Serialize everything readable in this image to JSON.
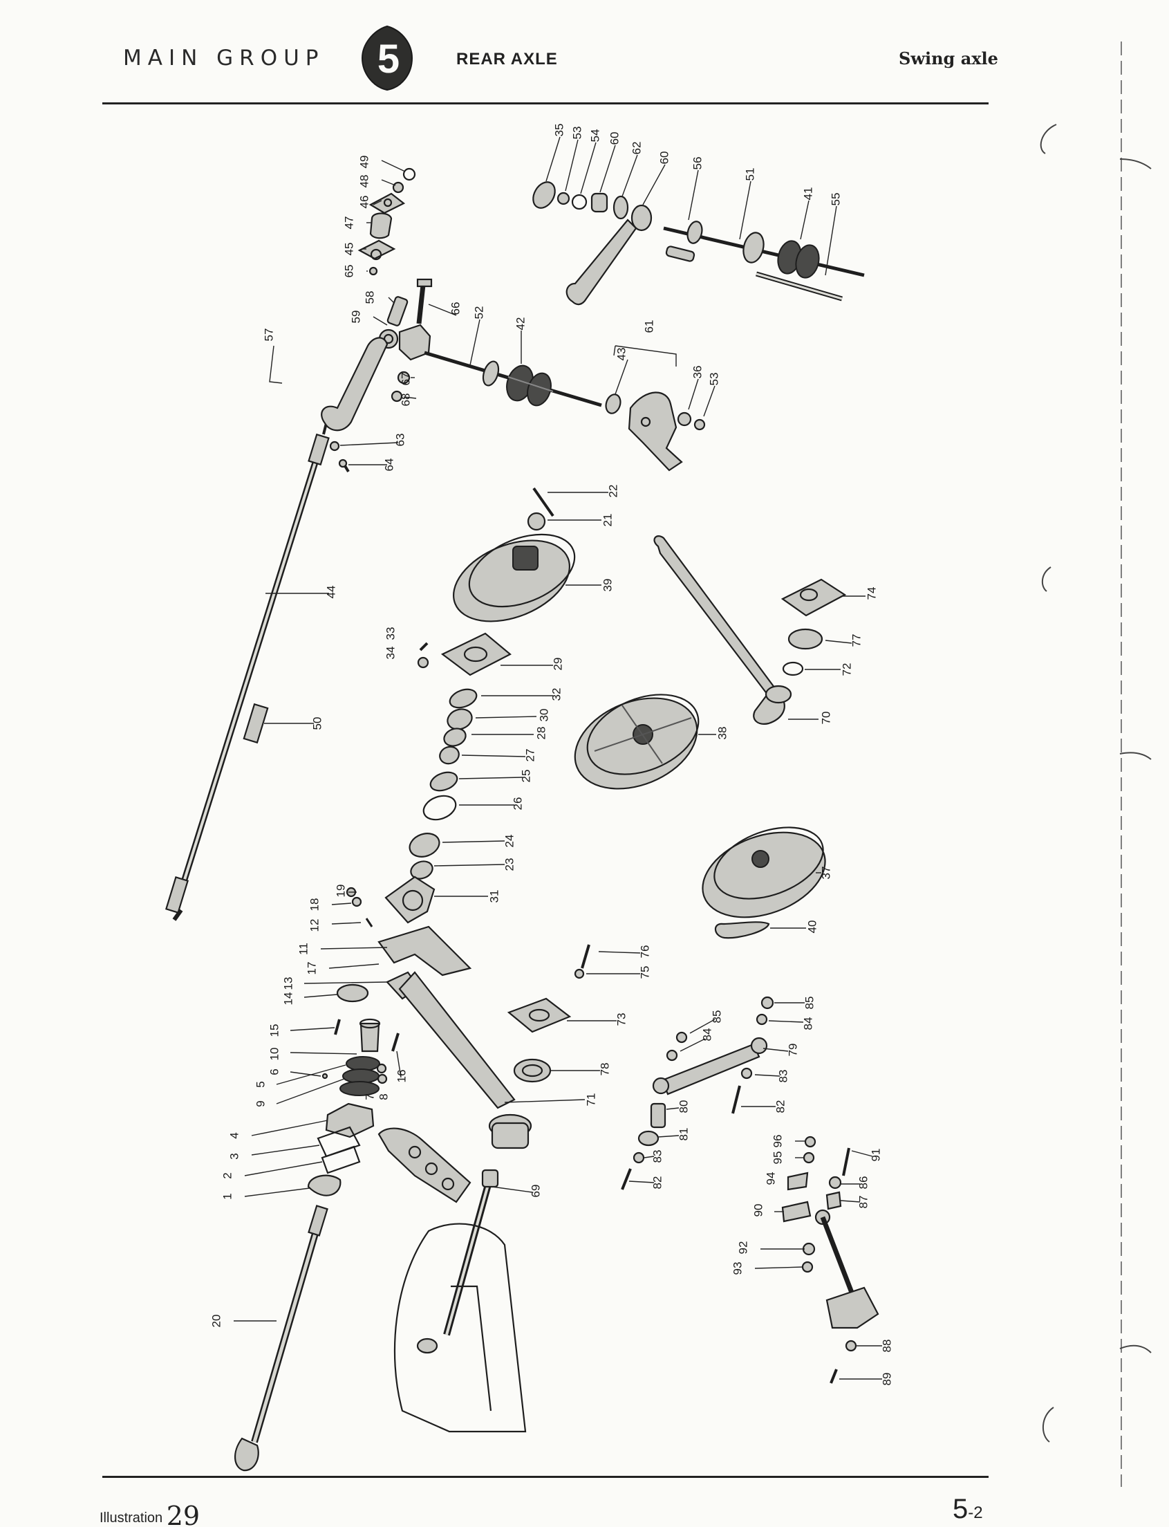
{
  "header": {
    "group": "MAIN GROUP",
    "group_number": "5",
    "section": "REAR AXLE",
    "subsection": "Swing axle"
  },
  "footer": {
    "illustration_label": "Illustration",
    "illustration_number": "29",
    "page_main": "5",
    "page_sub": "-2"
  },
  "callouts": [
    {
      "id": "c-49",
      "label": "49"
    },
    {
      "id": "c-48",
      "label": "48"
    },
    {
      "id": "c-46",
      "label": "46"
    },
    {
      "id": "c-47",
      "label": "47"
    },
    {
      "id": "c-45",
      "label": "45"
    },
    {
      "id": "c-65",
      "label": "65"
    },
    {
      "id": "c-58",
      "label": "58"
    },
    {
      "id": "c-59",
      "label": "59"
    },
    {
      "id": "c-57",
      "label": "57"
    },
    {
      "id": "c-66",
      "label": "66"
    },
    {
      "id": "c-52",
      "label": "52"
    },
    {
      "id": "c-67",
      "label": "67"
    },
    {
      "id": "c-68",
      "label": "68"
    },
    {
      "id": "c-63",
      "label": "63"
    },
    {
      "id": "c-64",
      "label": "64"
    },
    {
      "id": "c-42",
      "label": "42"
    },
    {
      "id": "c-43",
      "label": "43"
    },
    {
      "id": "c-61",
      "label": "61"
    },
    {
      "id": "c-36",
      "label": "36"
    },
    {
      "id": "c-53b",
      "label": "53"
    },
    {
      "id": "c-35",
      "label": "35"
    },
    {
      "id": "c-53a",
      "label": "53"
    },
    {
      "id": "c-54",
      "label": "54"
    },
    {
      "id": "c-60a",
      "label": "60"
    },
    {
      "id": "c-62",
      "label": "62"
    },
    {
      "id": "c-60b",
      "label": "60"
    },
    {
      "id": "c-56",
      "label": "56"
    },
    {
      "id": "c-51",
      "label": "51"
    },
    {
      "id": "c-41",
      "label": "41"
    },
    {
      "id": "c-55",
      "label": "55"
    },
    {
      "id": "c-22",
      "label": "22"
    },
    {
      "id": "c-21",
      "label": "21"
    },
    {
      "id": "c-39",
      "label": "39"
    },
    {
      "id": "c-44",
      "label": "44"
    },
    {
      "id": "c-74",
      "label": "74"
    },
    {
      "id": "c-77",
      "label": "77"
    },
    {
      "id": "c-72",
      "label": "72"
    },
    {
      "id": "c-70",
      "label": "70"
    },
    {
      "id": "c-34",
      "label": "34"
    },
    {
      "id": "c-33",
      "label": "33"
    },
    {
      "id": "c-29",
      "label": "29"
    },
    {
      "id": "c-32",
      "label": "32"
    },
    {
      "id": "c-30",
      "label": "30"
    },
    {
      "id": "c-28",
      "label": "28"
    },
    {
      "id": "c-27",
      "label": "27"
    },
    {
      "id": "c-25",
      "label": "25"
    },
    {
      "id": "c-26",
      "label": "26"
    },
    {
      "id": "c-38",
      "label": "38"
    },
    {
      "id": "c-50",
      "label": "50"
    },
    {
      "id": "c-24",
      "label": "24"
    },
    {
      "id": "c-23",
      "label": "23"
    },
    {
      "id": "c-37",
      "label": "37"
    },
    {
      "id": "c-19",
      "label": "19"
    },
    {
      "id": "c-18",
      "label": "18"
    },
    {
      "id": "c-12",
      "label": "12"
    },
    {
      "id": "c-31",
      "label": "31"
    },
    {
      "id": "c-11",
      "label": "11"
    },
    {
      "id": "c-17",
      "label": "17"
    },
    {
      "id": "c-40",
      "label": "40"
    },
    {
      "id": "c-76",
      "label": "76"
    },
    {
      "id": "c-75",
      "label": "75"
    },
    {
      "id": "c-13",
      "label": "13"
    },
    {
      "id": "c-14",
      "label": "14"
    },
    {
      "id": "c-73",
      "label": "73"
    },
    {
      "id": "c-85a",
      "label": "85"
    },
    {
      "id": "c-84a",
      "label": "84"
    },
    {
      "id": "c-85b",
      "label": "85"
    },
    {
      "id": "c-84b",
      "label": "84"
    },
    {
      "id": "c-79",
      "label": "79"
    },
    {
      "id": "c-15",
      "label": "15"
    },
    {
      "id": "c-10",
      "label": "10"
    },
    {
      "id": "c-6",
      "label": "6"
    },
    {
      "id": "c-16",
      "label": "16"
    },
    {
      "id": "c-8",
      "label": "8"
    },
    {
      "id": "c-7",
      "label": "7"
    },
    {
      "id": "c-5",
      "label": "5"
    },
    {
      "id": "c-9",
      "label": "9"
    },
    {
      "id": "c-78",
      "label": "78"
    },
    {
      "id": "c-71",
      "label": "71"
    },
    {
      "id": "c-83a",
      "label": "83"
    },
    {
      "id": "c-82a",
      "label": "82"
    },
    {
      "id": "c-80",
      "label": "80"
    },
    {
      "id": "c-81",
      "label": "81"
    },
    {
      "id": "c-4",
      "label": "4"
    },
    {
      "id": "c-3",
      "label": "3"
    },
    {
      "id": "c-2",
      "label": "2"
    },
    {
      "id": "c-1",
      "label": "1"
    },
    {
      "id": "c-83b",
      "label": "83"
    },
    {
      "id": "c-82b",
      "label": "82"
    },
    {
      "id": "c-96",
      "label": "96"
    },
    {
      "id": "c-95",
      "label": "95"
    },
    {
      "id": "c-91",
      "label": "91"
    },
    {
      "id": "c-94",
      "label": "94"
    },
    {
      "id": "c-86",
      "label": "86"
    },
    {
      "id": "c-87",
      "label": "87"
    },
    {
      "id": "c-90",
      "label": "90"
    },
    {
      "id": "c-69",
      "label": "69"
    },
    {
      "id": "c-92",
      "label": "92"
    },
    {
      "id": "c-93",
      "label": "93"
    },
    {
      "id": "c-20",
      "label": "20"
    },
    {
      "id": "c-88",
      "label": "88"
    },
    {
      "id": "c-89",
      "label": "89"
    }
  ]
}
